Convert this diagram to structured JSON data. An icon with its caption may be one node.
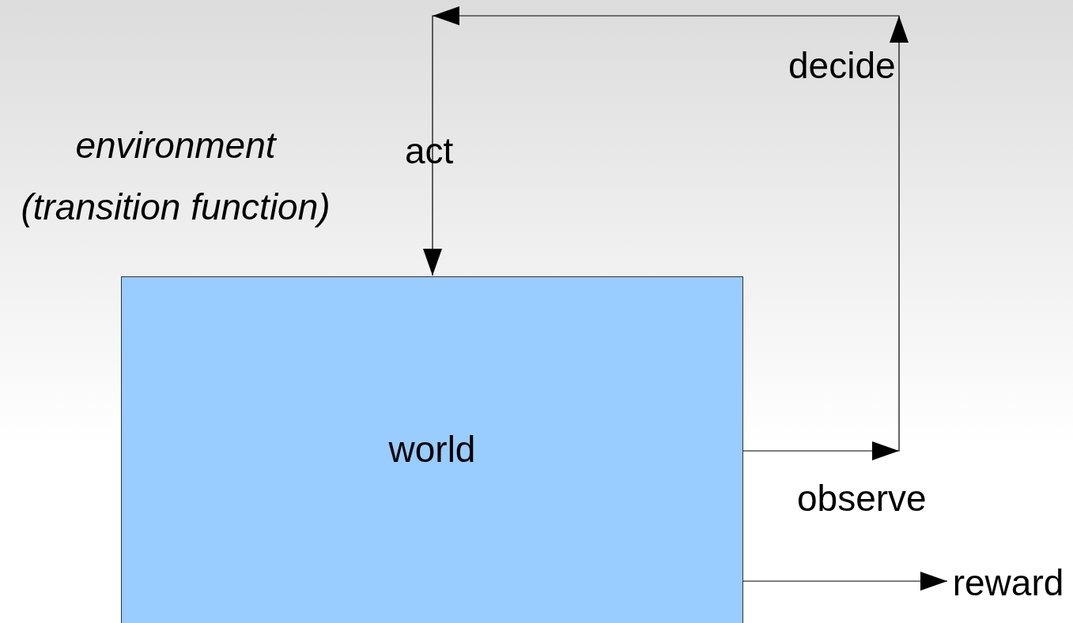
{
  "diagram": {
    "nodes": [
      {
        "text": [
          "world"
        ]
      },
      {
        "text": [
          "reward"
        ]
      }
    ],
    "edges": [
      {
        "from": 0,
        "to": 0,
        "arrow": "to"
      },
      {
        "from": 0,
        "to": 1,
        "arrow": "to"
      }
    ],
    "labels": [
      "decide",
      "environment (transition function)",
      "act",
      "observe"
    ]
  }
}
